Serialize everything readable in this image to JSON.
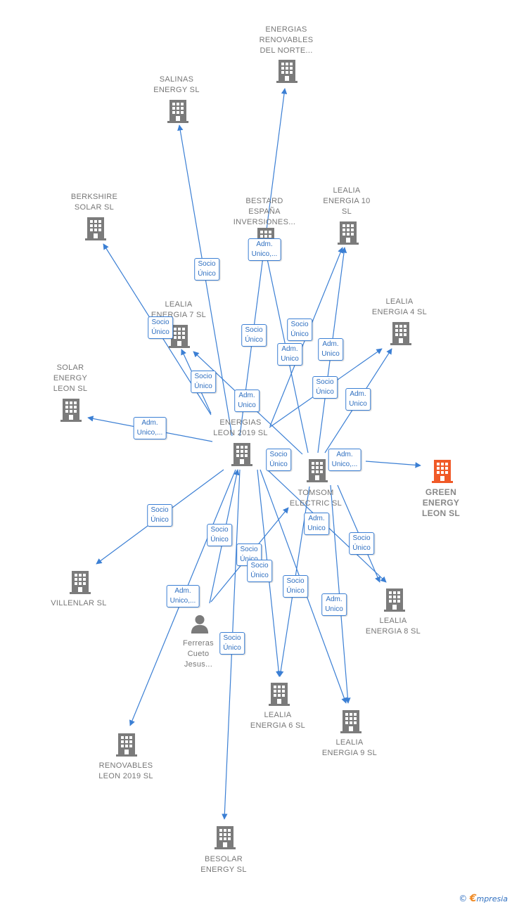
{
  "colors": {
    "edge": "#3b7fd4",
    "building": "#7b7b7b",
    "highlight": "#f05a28"
  },
  "nodes": [
    {
      "id": "energias_norte",
      "label": [
        "ENERGIAS",
        "RENOVABLES",
        "DEL NORTE..."
      ],
      "type": "company",
      "icon": "building-icon"
    },
    {
      "id": "salinas",
      "label": [
        "SALINAS",
        "ENERGY  SL"
      ],
      "type": "company",
      "icon": "building-icon"
    },
    {
      "id": "berkshire",
      "label": [
        "BERKSHIRE",
        "SOLAR  SL"
      ],
      "type": "company",
      "icon": "building-icon"
    },
    {
      "id": "bestard",
      "label": [
        "BESTARD",
        "ESPAÑA",
        "INVERSIONES..."
      ],
      "type": "company",
      "icon": "building-icon"
    },
    {
      "id": "lealia10",
      "label": [
        "LEALIA",
        "ENERGIA 10",
        "SL"
      ],
      "type": "company",
      "icon": "building-icon"
    },
    {
      "id": "lealia7",
      "label": [
        "LEALIA",
        "ENERGIA 7  SL"
      ],
      "type": "company",
      "icon": "building-icon"
    },
    {
      "id": "lealia4",
      "label": [
        "LEALIA",
        "ENERGIA 4  SL"
      ],
      "type": "company",
      "icon": "building-icon"
    },
    {
      "id": "solar_leon",
      "label": [
        "SOLAR",
        "ENERGY",
        "LEON  SL"
      ],
      "type": "company",
      "icon": "building-icon"
    },
    {
      "id": "energias2019",
      "label": [
        "ENERGIAS",
        "LEON 2019  SL"
      ],
      "type": "company",
      "icon": "building-icon"
    },
    {
      "id": "tomsom",
      "label": [
        "TOMSOM",
        "ELECTRIC  SL"
      ],
      "type": "company",
      "icon": "building-icon"
    },
    {
      "id": "green",
      "label": [
        "GREEN",
        "ENERGY",
        "LEON  SL"
      ],
      "type": "target",
      "icon": "building-icon"
    },
    {
      "id": "villenlar",
      "label": [
        "VILLENLAR  SL"
      ],
      "type": "company",
      "icon": "building-icon"
    },
    {
      "id": "lealia8",
      "label": [
        "LEALIA",
        "ENERGIA 8  SL"
      ],
      "type": "company",
      "icon": "building-icon"
    },
    {
      "id": "ferreras",
      "label": [
        "Ferreras",
        "Cueto",
        "Jesus..."
      ],
      "type": "person",
      "icon": "person-icon"
    },
    {
      "id": "lealia6",
      "label": [
        "LEALIA",
        "ENERGIA 6  SL"
      ],
      "type": "company",
      "icon": "building-icon"
    },
    {
      "id": "lealia9",
      "label": [
        "LEALIA",
        "ENERGIA 9  SL"
      ],
      "type": "company",
      "icon": "building-icon"
    },
    {
      "id": "renovables2019",
      "label": [
        "RENOVABLES",
        "LEON 2019  SL"
      ],
      "type": "company",
      "icon": "building-icon"
    },
    {
      "id": "besolar",
      "label": [
        "BESOLAR",
        "ENERGY  SL"
      ],
      "type": "company",
      "icon": "building-icon"
    }
  ],
  "edges": [
    {
      "from": "energias2019",
      "to": "energias_norte"
    },
    {
      "from": "energias2019",
      "to": "salinas"
    },
    {
      "from": "energias2019",
      "to": "berkshire"
    },
    {
      "from": "energias2019",
      "to": "lealia7"
    },
    {
      "from": "energias2019",
      "to": "solar_leon"
    },
    {
      "from": "energias2019",
      "to": "villenlar"
    },
    {
      "from": "energias2019",
      "to": "renovables2019"
    },
    {
      "from": "energias2019",
      "to": "besolar"
    },
    {
      "from": "energias2019",
      "to": "lealia6"
    },
    {
      "from": "energias2019",
      "to": "lealia9"
    },
    {
      "from": "energias2019",
      "to": "lealia8"
    },
    {
      "from": "energias2019",
      "to": "lealia4"
    },
    {
      "from": "energias2019",
      "to": "lealia10"
    },
    {
      "from": "tomsom",
      "to": "lealia10"
    },
    {
      "from": "tomsom",
      "to": "lealia4"
    },
    {
      "from": "tomsom",
      "to": "lealia7"
    },
    {
      "from": "tomsom",
      "to": "green"
    },
    {
      "from": "tomsom",
      "to": "lealia8"
    },
    {
      "from": "tomsom",
      "to": "lealia6"
    },
    {
      "from": "tomsom",
      "to": "lealia9"
    },
    {
      "from": "tomsom",
      "to": "energias_norte"
    },
    {
      "from": "ferreras",
      "to": "energias2019"
    },
    {
      "from": "ferreras",
      "to": "tomsom"
    }
  ],
  "badges": [
    {
      "text": [
        "Adm.",
        "Unico,..."
      ]
    },
    {
      "text": [
        "Socio",
        "Único"
      ]
    },
    {
      "text": [
        "Socio",
        "Único"
      ]
    },
    {
      "text": [
        "Socio",
        "Único"
      ]
    },
    {
      "text": [
        "Socio",
        "Único"
      ]
    },
    {
      "text": [
        "Adm.",
        "Unico"
      ]
    },
    {
      "text": [
        "Adm.",
        "Unico"
      ]
    },
    {
      "text": [
        "Socio",
        "Único"
      ]
    },
    {
      "text": [
        "Socio",
        "Único"
      ]
    },
    {
      "text": [
        "Adm.",
        "Unico"
      ]
    },
    {
      "text": [
        "Adm.",
        "Unico"
      ]
    },
    {
      "text": [
        "Adm.",
        "Unico,..."
      ]
    },
    {
      "text": [
        "Socio",
        "Único"
      ]
    },
    {
      "text": [
        "Adm.",
        "Unico,..."
      ]
    },
    {
      "text": [
        "Socio",
        "Único"
      ]
    },
    {
      "text": [
        "Socio",
        "Único"
      ]
    },
    {
      "text": [
        "Adm.",
        "Unico"
      ]
    },
    {
      "text": [
        "Socio",
        "Único"
      ]
    },
    {
      "text": [
        "Socio",
        "Único"
      ]
    },
    {
      "text": [
        "Socio",
        "Único"
      ]
    },
    {
      "text": [
        "Adm.",
        "Unico,..."
      ]
    },
    {
      "text": [
        "Socio",
        "Único"
      ]
    },
    {
      "text": [
        "Adm.",
        "Unico"
      ]
    },
    {
      "text": [
        "Socio",
        "Único"
      ]
    }
  ],
  "logo": {
    "symbol": "©",
    "brand_first": "€",
    "brand_rest": "mpresia"
  }
}
